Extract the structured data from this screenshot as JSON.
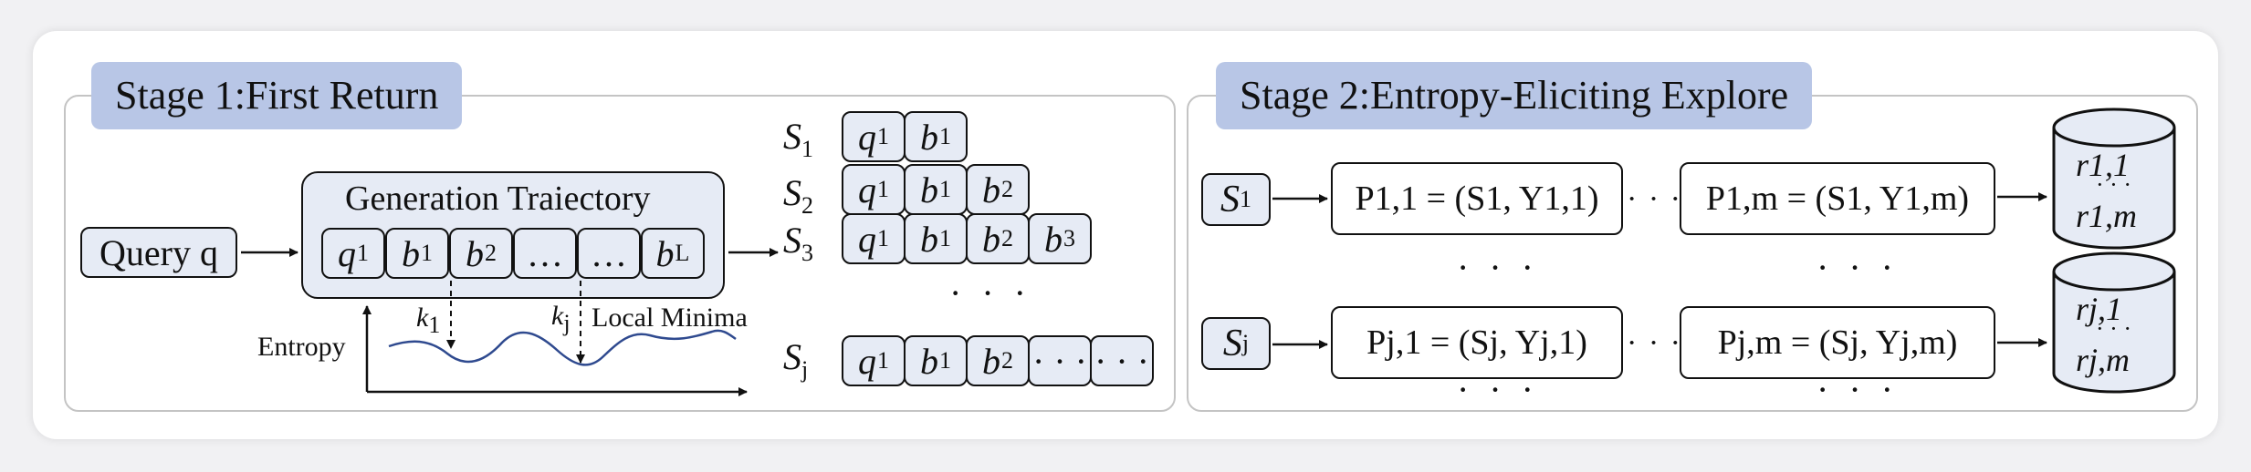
{
  "stage1": {
    "title": "Stage 1:First Return",
    "query": "Query q",
    "gen_title": "Generation Traiectory",
    "gen_tokens": [
      "q",
      "b",
      "b",
      "…",
      "…",
      "b"
    ],
    "gen_subs": [
      "1",
      "1",
      "2",
      "",
      "",
      "L"
    ],
    "entropy": "Entropy",
    "k1": "k",
    "k1_sub": "1",
    "kj": "k",
    "kj_sub": "j",
    "local_minima": "Local Minima",
    "s_labels": [
      "S",
      "S",
      "S",
      "S"
    ],
    "s_subs": [
      "1",
      "2",
      "3",
      "j"
    ],
    "vdots": "· · ·",
    "rows": [
      {
        "tokens": [
          "q",
          "b"
        ],
        "subs": [
          "1",
          "1"
        ]
      },
      {
        "tokens": [
          "q",
          "b",
          "b"
        ],
        "subs": [
          "1",
          "1",
          "2"
        ]
      },
      {
        "tokens": [
          "q",
          "b",
          "b",
          "b"
        ],
        "subs": [
          "1",
          "1",
          "2",
          "3"
        ]
      },
      {
        "tokens": [
          "q",
          "b",
          "b",
          "· · ·",
          "· · ·"
        ],
        "subs": [
          "1",
          "1",
          "2",
          "",
          ""
        ]
      }
    ]
  },
  "stage2": {
    "title": "Stage 2:Entropy-Eliciting Explore",
    "s1": "S",
    "s1_sub": "1",
    "sj": "S",
    "sj_sub": "j",
    "p11": "P1,1 = (S1, Y1,1)",
    "p1m": "P1,m = (S1, Y1,m)",
    "pj1": "Pj,1 = (Sj, Yj,1)",
    "pjm": "Pj,m = (Sj, Yj,m)",
    "between_dots": "· · ·",
    "row_dots": "· · ·",
    "r1_top": "r1,1",
    "r1_bot": "r1,m",
    "rj_top": "rj,1",
    "rj_bot": "rj,m",
    "db_dots": "· · ·"
  },
  "colors": {
    "title_bg": "#b8c6e6",
    "box_fill": "#e6ebf5",
    "entropy_curve": "#2f4a8f",
    "card_bg": "#ffffff"
  }
}
